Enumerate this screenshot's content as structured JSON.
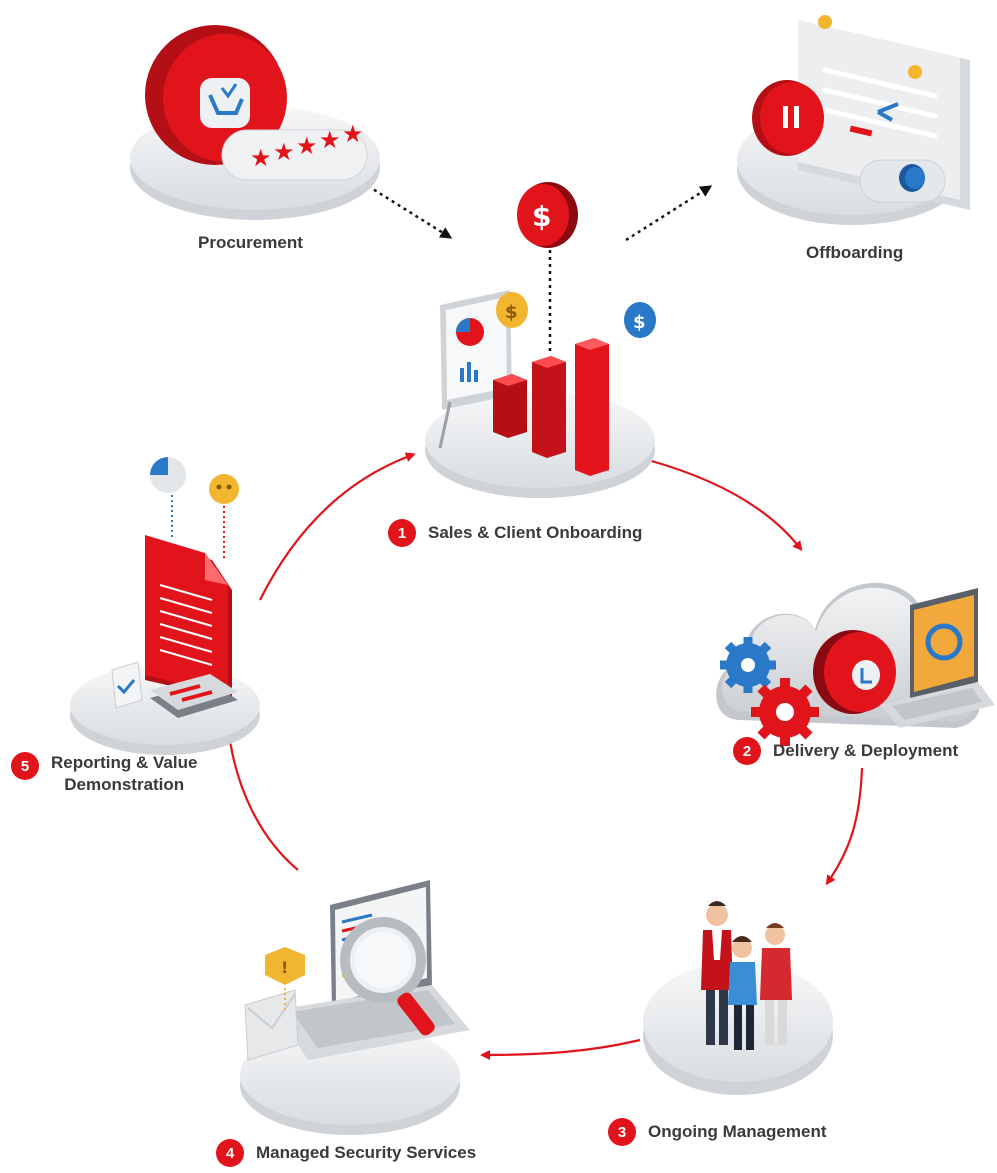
{
  "diagram": {
    "entry": {
      "label": "Procurement"
    },
    "exit": {
      "label": "Offboarding"
    },
    "stages": [
      {
        "number": "1",
        "label": "Sales & Client Onboarding"
      },
      {
        "number": "2",
        "label": "Delivery & Deployment"
      },
      {
        "number": "3",
        "label": "Ongoing Management"
      },
      {
        "number": "4",
        "label": "Managed Security Services"
      },
      {
        "number": "5",
        "label_line1": "Reporting & Value",
        "label_line2": "Demonstration"
      }
    ]
  },
  "colors": {
    "accent": "#e1141c",
    "text": "#3a3a3a",
    "platform": "#e9ecef",
    "secondary_blue": "#2a79c9",
    "gold": "#f2b530"
  }
}
